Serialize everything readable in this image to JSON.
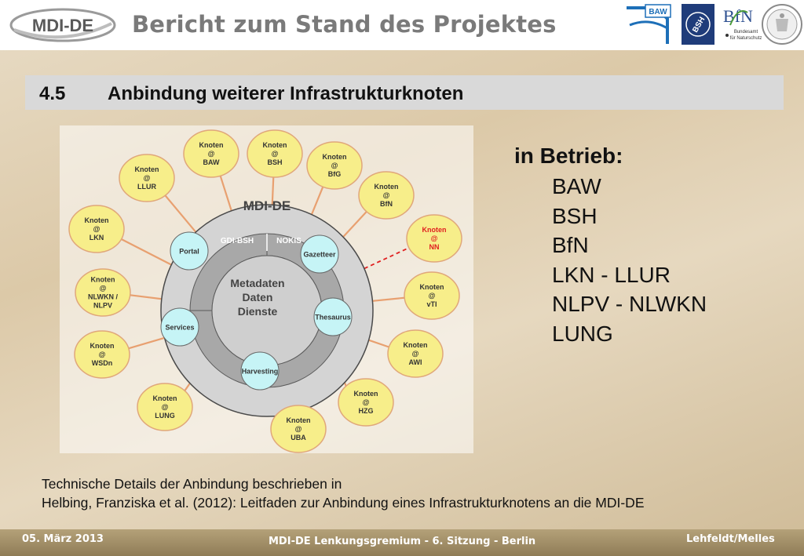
{
  "header": {
    "logo_text": "MDI-DE",
    "title": "Bericht zum Stand des Projektes",
    "partner_logos": {
      "baw": "BAW",
      "bsh": "BSH",
      "bfn_main": "BfN",
      "bfn_sub1": "Bundesamt",
      "bfn_sub2": "für Naturschutz"
    }
  },
  "section": {
    "number": "4.5",
    "title": "Anbindung weiterer Infrastrukturknoten"
  },
  "diagram": {
    "center_title": "MDI-DE",
    "left_segment": "GDI-BSH",
    "right_segment": "NOKIS",
    "core_lines": [
      "Metadaten",
      "Daten",
      "Dienste"
    ],
    "components": [
      "Portal",
      "Gazetteer",
      "Thesaurus",
      "Harvesting",
      "Services"
    ],
    "nodes": [
      {
        "line1": "Knoten",
        "line2": "@",
        "line3": "BAW",
        "line4": ""
      },
      {
        "line1": "Knoten",
        "line2": "@",
        "line3": "BSH",
        "line4": ""
      },
      {
        "line1": "Knoten",
        "line2": "@",
        "line3": "BfG",
        "line4": ""
      },
      {
        "line1": "Knoten",
        "line2": "@",
        "line3": "BfN",
        "line4": ""
      },
      {
        "line1": "Knoten",
        "line2": "@",
        "line3": "NN",
        "line4": ""
      },
      {
        "line1": "Knoten",
        "line2": "@",
        "line3": "vTI",
        "line4": ""
      },
      {
        "line1": "Knoten",
        "line2": "@",
        "line3": "AWI",
        "line4": ""
      },
      {
        "line1": "Knoten",
        "line2": "@",
        "line3": "HZG",
        "line4": ""
      },
      {
        "line1": "Knoten",
        "line2": "@",
        "line3": "UBA",
        "line4": ""
      },
      {
        "line1": "Knoten",
        "line2": "@",
        "line3": "LUNG",
        "line4": ""
      },
      {
        "line1": "Knoten",
        "line2": "@",
        "line3": "WSDn",
        "line4": ""
      },
      {
        "line1": "Knoten",
        "line2": "@",
        "line3": "NLWKN /",
        "line4": "NLPV"
      },
      {
        "line1": "Knoten",
        "line2": "@",
        "line3": "LKN",
        "line4": ""
      },
      {
        "line1": "Knoten",
        "line2": "@",
        "line3": "LLUR",
        "line4": ""
      }
    ]
  },
  "status": {
    "heading": "in Betrieb:",
    "items": [
      "BAW",
      "BSH",
      "BfN",
      "LKN - LLUR",
      "NLPV - NLWKN",
      "LUNG"
    ]
  },
  "footnote": {
    "line1": "Technische Details der Anbindung beschrieben in",
    "line2": "Helbing, Franziska et al. (2012): Leitfaden zur Anbindung eines Infrastrukturknotens an die MDI-DE"
  },
  "footer": {
    "date": "05. März 2013",
    "center": "MDI-DE Lenkungsgremium - 6. Sitzung - Berlin",
    "authors": "Lehfeldt/Melles"
  },
  "colors": {
    "node_fill": "#f7ee8a",
    "node_stroke": "#e0a77a",
    "connector": "#e8a070",
    "pending_node_text": "#e02020",
    "component_fill": "#c6f4f6",
    "ring_outer": "#d4d4d4",
    "ring_inner": "#a8a8a8"
  }
}
